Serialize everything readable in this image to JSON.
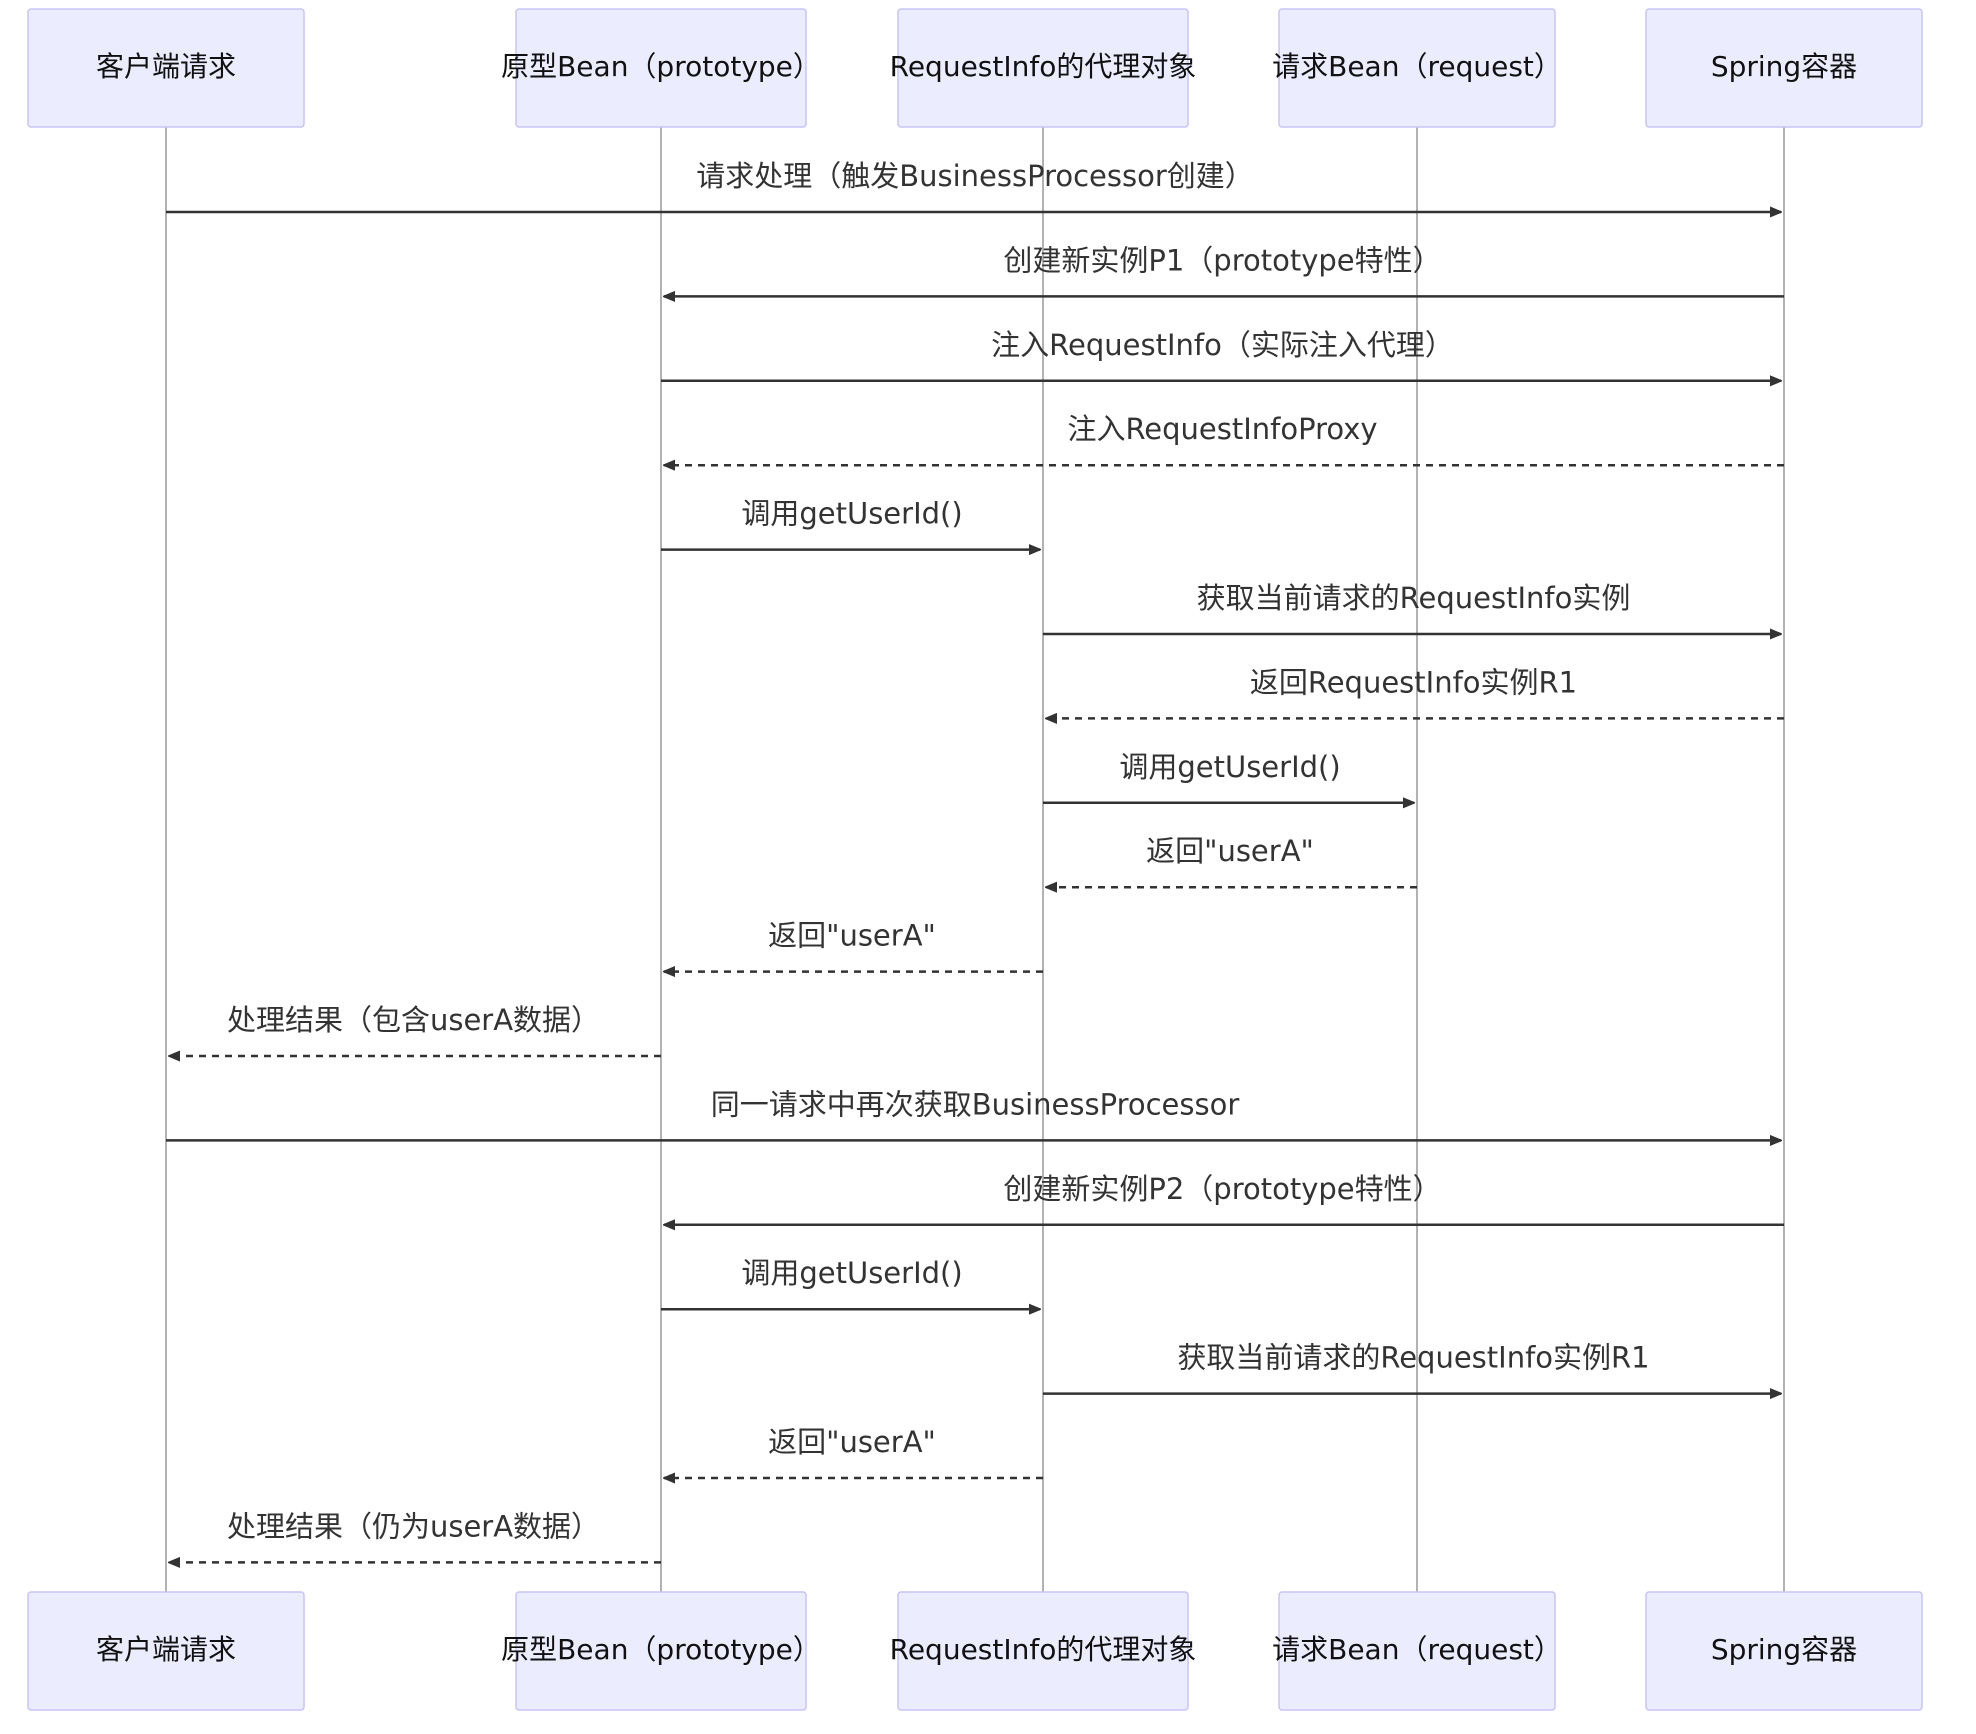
{
  "diagram": {
    "type": "sequence",
    "participants": [
      {
        "id": "client",
        "label": "客户端请求"
      },
      {
        "id": "proto",
        "label": "原型Bean（prototype）"
      },
      {
        "id": "proxy",
        "label": "RequestInfo的代理对象"
      },
      {
        "id": "reqbean",
        "label": "请求Bean（request）"
      },
      {
        "id": "spring",
        "label": "Spring容器"
      }
    ],
    "messages": [
      {
        "from": "client",
        "to": "spring",
        "label": "请求处理（触发BusinessProcessor创建）",
        "style": "solid"
      },
      {
        "from": "spring",
        "to": "proto",
        "label": "创建新实例P1（prototype特性）",
        "style": "solid"
      },
      {
        "from": "proto",
        "to": "spring",
        "label": "注入RequestInfo（实际注入代理）",
        "style": "solid"
      },
      {
        "from": "spring",
        "to": "proto",
        "label": "注入RequestInfoProxy",
        "style": "dashed"
      },
      {
        "from": "proto",
        "to": "proxy",
        "label": "调用getUserId()",
        "style": "solid"
      },
      {
        "from": "proxy",
        "to": "spring",
        "label": "获取当前请求的RequestInfo实例",
        "style": "solid"
      },
      {
        "from": "spring",
        "to": "proxy",
        "label": "返回RequestInfo实例R1",
        "style": "dashed"
      },
      {
        "from": "proxy",
        "to": "reqbean",
        "label": "调用getUserId()",
        "style": "solid"
      },
      {
        "from": "reqbean",
        "to": "proxy",
        "label": "返回\"userA\"",
        "style": "dashed"
      },
      {
        "from": "proxy",
        "to": "proto",
        "label": "返回\"userA\"",
        "style": "dashed"
      },
      {
        "from": "proto",
        "to": "client",
        "label": "处理结果（包含userA数据）",
        "style": "dashed"
      },
      {
        "from": "client",
        "to": "spring",
        "label": "同一请求中再次获取BusinessProcessor",
        "style": "solid"
      },
      {
        "from": "spring",
        "to": "proto",
        "label": "创建新实例P2（prototype特性）",
        "style": "solid"
      },
      {
        "from": "proto",
        "to": "proxy",
        "label": "调用getUserId()",
        "style": "solid"
      },
      {
        "from": "proxy",
        "to": "spring",
        "label": "获取当前请求的RequestInfo实例R1",
        "style": "solid"
      },
      {
        "from": "proxy",
        "to": "proto",
        "label": "返回\"userA\"",
        "style": "dashed"
      },
      {
        "from": "proto",
        "to": "client",
        "label": "处理结果（仍为userA数据）",
        "style": "dashed"
      }
    ],
    "colors": {
      "actor_fill": "#ececff",
      "actor_stroke": "#c8c3f5",
      "lifeline": "#999999",
      "message": "#333333"
    }
  }
}
